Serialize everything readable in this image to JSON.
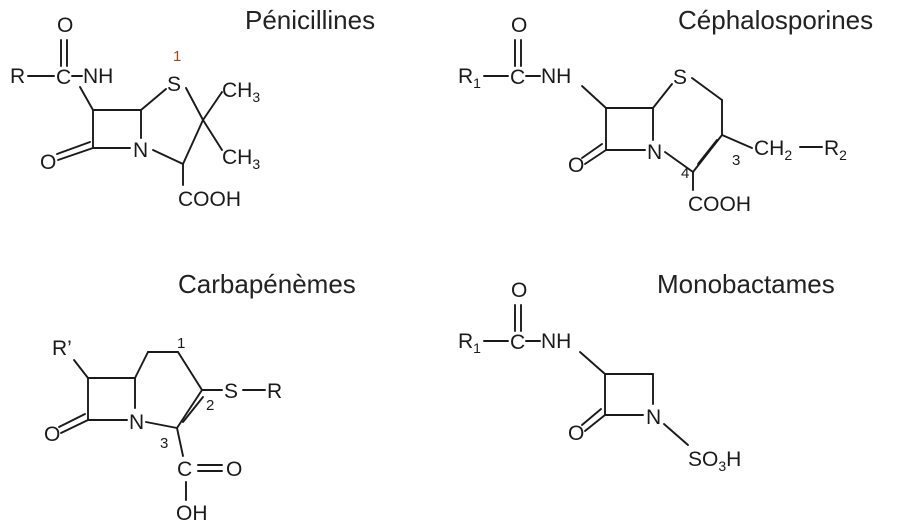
{
  "colors": {
    "text": "#1a1a1a",
    "background": "#ffffff",
    "locant_highlight": "#a2471d"
  },
  "penicillines": {
    "title": "Pénicillines",
    "o": "O",
    "r": "R",
    "c": "C",
    "nh": "NH",
    "s": "S",
    "s_num": "1",
    "ch3_top": "CH3",
    "ch3_bottom": "CH3",
    "o_lactam": "O",
    "n": "N",
    "cooh": "COOH"
  },
  "cephalosporines": {
    "title": "Céphalosporines",
    "o": "O",
    "r1": "R1",
    "c": "C",
    "nh": "NH",
    "s": "S",
    "o_lactam": "O",
    "n": "N",
    "num3": "3",
    "num4": "4",
    "ch2": "CH2",
    "r2": "R2",
    "cooh": "COOH"
  },
  "carbapenemes": {
    "title": "Carbapénèmes",
    "rprime": "R’",
    "num1": "1",
    "num2": "2",
    "num3": "3",
    "s": "S",
    "r": "R",
    "o_lactam": "O",
    "n": "N",
    "c": "C",
    "o_acid": "O",
    "oh": "OH"
  },
  "monobactames": {
    "title": "Monobactames",
    "o": "O",
    "r1": "R1",
    "c": "C",
    "nh": "NH",
    "o_lactam": "O",
    "n": "N",
    "so3h": "SO3H"
  }
}
